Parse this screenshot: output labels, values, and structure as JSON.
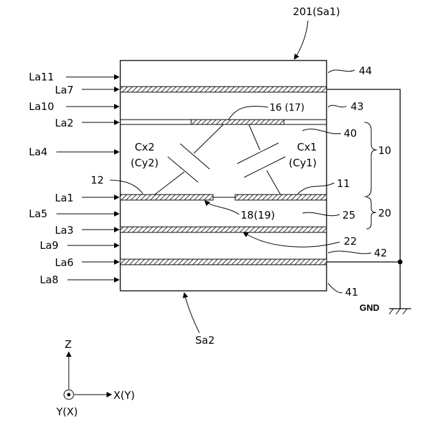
{
  "figure": {
    "top_label": "201(Sa1)",
    "bottom_label": "Sa2",
    "gnd_label": "GND",
    "layers_left": [
      "La11",
      "La7",
      "La10",
      "La2",
      "La4",
      "La1",
      "La5",
      "La3",
      "La9",
      "La6",
      "La8"
    ],
    "refs": {
      "r44": "44",
      "r43": "43",
      "r16_17": "16 (17)",
      "r40": "40",
      "r10": "10",
      "r11": "11",
      "r12": "12",
      "r18_19": "18(19)",
      "r25": "25",
      "r20": "20",
      "r22": "22",
      "r42": "42",
      "r41": "41"
    },
    "capacitors": {
      "cx2": "Cx2",
      "cy2": "(Cy2)",
      "cx1": "Cx1",
      "cy1": "(Cy1)"
    },
    "axes": {
      "z": "Z",
      "x": "X(Y)",
      "y": "Y(X)"
    }
  }
}
